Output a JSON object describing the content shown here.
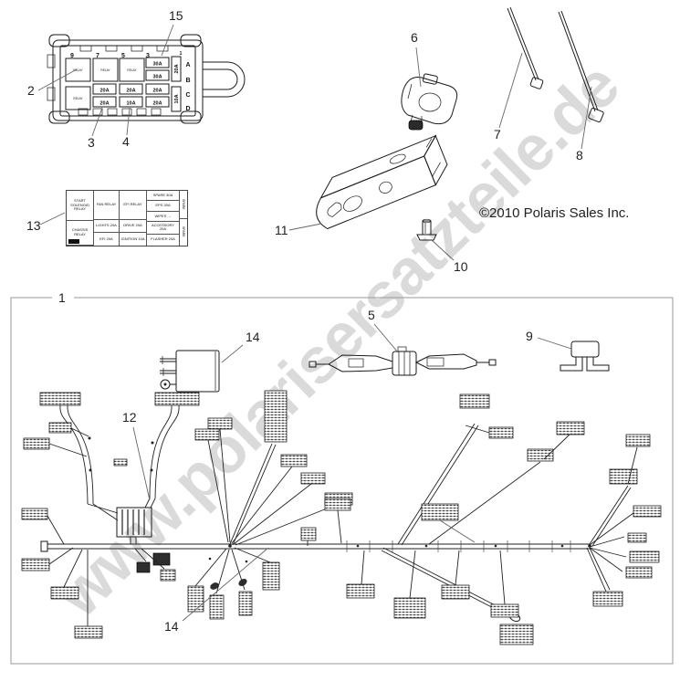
{
  "meta": {
    "watermark": "www.polarisersatzteile.de",
    "copyright": "©2010 Polaris Sales Inc."
  },
  "callouts": {
    "1": "1",
    "2": "2",
    "3": "3",
    "4": "4",
    "5": "5",
    "6": "6",
    "7": "7",
    "8": "8",
    "9": "9",
    "10": "10",
    "11": "11",
    "12": "12",
    "13": "13",
    "14": "14",
    "14b": "14",
    "15": "15"
  },
  "fusebox": {
    "top_numbers": [
      "9",
      "7",
      "5",
      "3",
      "1"
    ],
    "side_letters": [
      "A",
      "B",
      "C",
      "D"
    ],
    "relay": "RELAY",
    "fuses": {
      "top": [
        "30A",
        "30A"
      ],
      "mid": [
        "20A",
        "20A",
        "20A"
      ],
      "bottom": [
        "20A",
        "10A",
        "20A"
      ],
      "vertical": [
        "20A",
        "10A"
      ]
    }
  },
  "decal": {
    "r1c1": "START SOLENOID RELAY",
    "r2c1": "CHASSIS RELAY",
    "r1c2": "FAN RELAY",
    "r2c2a": "LIGHTS 20A",
    "r2c2b": "EFI 20A",
    "r1c3": "EFI RELAY",
    "r2c3a": "DRIVE 20A",
    "r2c3b": "IGNITION 10A",
    "r1c4a": "SPARE 30A",
    "r1c4b": "EPS 30A",
    "r1c4c": "WIPES →",
    "r2c4a": "ACCESSORY 20A",
    "r2c4b": "FLASHER 20A",
    "side_top": "SPARE",
    "side_bottom": "SPARE"
  }
}
